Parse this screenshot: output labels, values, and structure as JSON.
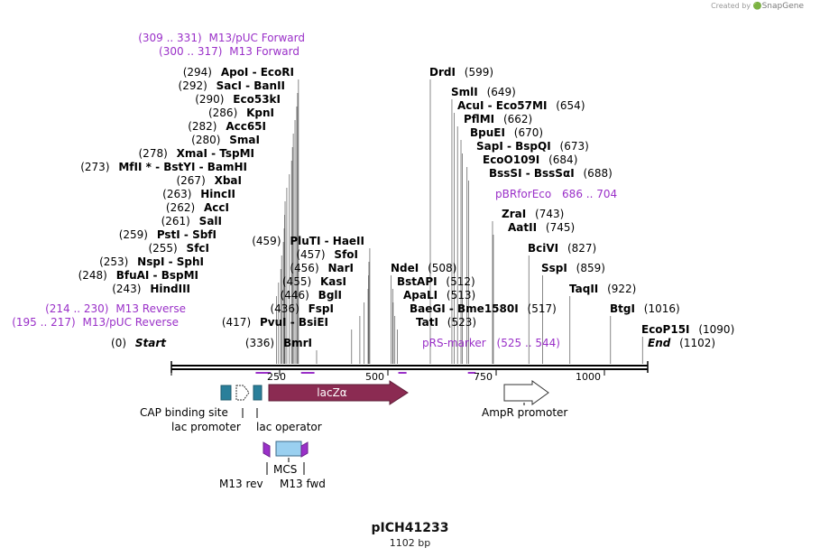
{
  "credit": {
    "prefix": "Created by",
    "brand": "SnapGene"
  },
  "title": "pICH41233",
  "subtitle": "1102 bp",
  "sequence_length": 1102,
  "colors": {
    "primer": "#9a30c8",
    "lacZa": "#8b2b52",
    "cap": "#2a7f9a",
    "mcs": "#9ad0f0"
  },
  "enzymes": [
    {
      "name": "Start",
      "pos": 0,
      "pos_label": "(0)",
      "italic": true
    },
    {
      "name": "BmrI",
      "pos": 336,
      "pos_label": "(336)"
    },
    {
      "name": "PvuI  -  BsiEI",
      "pos": 417,
      "pos_label": "(417)"
    },
    {
      "name": "FspI",
      "pos": 436,
      "pos_label": "(436)"
    },
    {
      "name": "BglI",
      "pos": 446,
      "pos_label": "(446)"
    },
    {
      "name": "KasI",
      "pos": 455,
      "pos_label": "(455)"
    },
    {
      "name": "NarI",
      "pos": 456,
      "pos_label": "(456)"
    },
    {
      "name": "SfoI",
      "pos": 457,
      "pos_label": "(457)"
    },
    {
      "name": "PluTI  -  HaeII",
      "pos": 459,
      "pos_label": "(459)"
    },
    {
      "name": "HindIII",
      "pos": 243,
      "pos_label": "(243)"
    },
    {
      "name": "BfuAI  -  BspMI",
      "pos": 248,
      "pos_label": "(248)"
    },
    {
      "name": "NspI  -  SphI",
      "pos": 253,
      "pos_label": "(253)"
    },
    {
      "name": "SfcI",
      "pos": 255,
      "pos_label": "(255)"
    },
    {
      "name": "PstI  -  SbfI",
      "pos": 259,
      "pos_label": "(259)"
    },
    {
      "name": "SalI",
      "pos": 261,
      "pos_label": "(261)"
    },
    {
      "name": "AccI",
      "pos": 262,
      "pos_label": "(262)"
    },
    {
      "name": "HincII",
      "pos": 263,
      "pos_label": "(263)"
    },
    {
      "name": "XbaI",
      "pos": 267,
      "pos_label": "(267)"
    },
    {
      "name": "MfII *  -  BstYI  -  BamHI",
      "pos": 273,
      "pos_label": "(273)"
    },
    {
      "name": "XmaI  -  TspMI",
      "pos": 278,
      "pos_label": "(278)"
    },
    {
      "name": "SmaI",
      "pos": 280,
      "pos_label": "(280)"
    },
    {
      "name": "Acc65I",
      "pos": 282,
      "pos_label": "(282)"
    },
    {
      "name": "KpnI",
      "pos": 286,
      "pos_label": "(286)"
    },
    {
      "name": "Eco53kI",
      "pos": 290,
      "pos_label": "(290)"
    },
    {
      "name": "SacI  -  BanII",
      "pos": 292,
      "pos_label": "(292)"
    },
    {
      "name": "ApoI  -  EcoRI",
      "pos": 294,
      "pos_label": "(294)"
    },
    {
      "name": "DrdI",
      "pos": 599,
      "pos_label": "(599)"
    },
    {
      "name": "SmlI",
      "pos": 649,
      "pos_label": "(649)"
    },
    {
      "name": "AcuI  -  Eco57MI",
      "pos": 654,
      "pos_label": "(654)"
    },
    {
      "name": "PflMI",
      "pos": 662,
      "pos_label": "(662)"
    },
    {
      "name": "BpuEI",
      "pos": 670,
      "pos_label": "(670)"
    },
    {
      "name": "SapI  -  BspQI",
      "pos": 673,
      "pos_label": "(673)"
    },
    {
      "name": "EcoO109I",
      "pos": 684,
      "pos_label": "(684)"
    },
    {
      "name": "BssSI  -  BssSαI",
      "pos": 688,
      "pos_label": "(688)"
    },
    {
      "name": "ZraI",
      "pos": 743,
      "pos_label": "(743)"
    },
    {
      "name": "AatII",
      "pos": 745,
      "pos_label": "(745)"
    },
    {
      "name": "BciVI",
      "pos": 827,
      "pos_label": "(827)"
    },
    {
      "name": "SspI",
      "pos": 859,
      "pos_label": "(859)"
    },
    {
      "name": "TaqII",
      "pos": 922,
      "pos_label": "(922)"
    },
    {
      "name": "BtgI",
      "pos": 1016,
      "pos_label": "(1016)"
    },
    {
      "name": "EcoP15I",
      "pos": 1090,
      "pos_label": "(1090)"
    },
    {
      "name": "End",
      "pos": 1102,
      "pos_label": "(1102)",
      "italic": true
    },
    {
      "name": "NdeI",
      "pos": 508,
      "pos_label": "(508)"
    },
    {
      "name": "BstAPI",
      "pos": 512,
      "pos_label": "(512)"
    },
    {
      "name": "ApaLI",
      "pos": 513,
      "pos_label": "(513)"
    },
    {
      "name": "BaeGI  -  Bme1580I",
      "pos": 517,
      "pos_label": "(517)"
    },
    {
      "name": "TatI",
      "pos": 523,
      "pos_label": "(523)"
    }
  ],
  "primers": [
    {
      "name": "M13/pUC Forward",
      "range": "(309 .. 331)",
      "start": 309,
      "end": 331
    },
    {
      "name": "M13 Forward",
      "range": "(300 .. 317)",
      "start": 300,
      "end": 317
    },
    {
      "name": "M13 Reverse",
      "range": "(214 .. 230)",
      "start": 214,
      "end": 230
    },
    {
      "name": "M13/pUC Reverse",
      "range": "(195 .. 217)",
      "start": 195,
      "end": 217
    },
    {
      "name": "pBRforEco",
      "range": "686 .. 704",
      "start": 686,
      "end": 704
    },
    {
      "name": "pRS-marker",
      "range": "(525 .. 544)",
      "start": 525,
      "end": 544
    }
  ],
  "ruler_ticks": [
    "250",
    "500",
    "750",
    "1000"
  ],
  "features": {
    "cap_binding_site": "CAP binding site",
    "lac_promoter": "lac promoter",
    "lac_operator": "lac operator",
    "lacZa": "lacZα",
    "ampr_promoter": "AmpR promoter",
    "mcs": "MCS",
    "m13_rev": "M13 rev",
    "m13_fwd": "M13 fwd"
  }
}
